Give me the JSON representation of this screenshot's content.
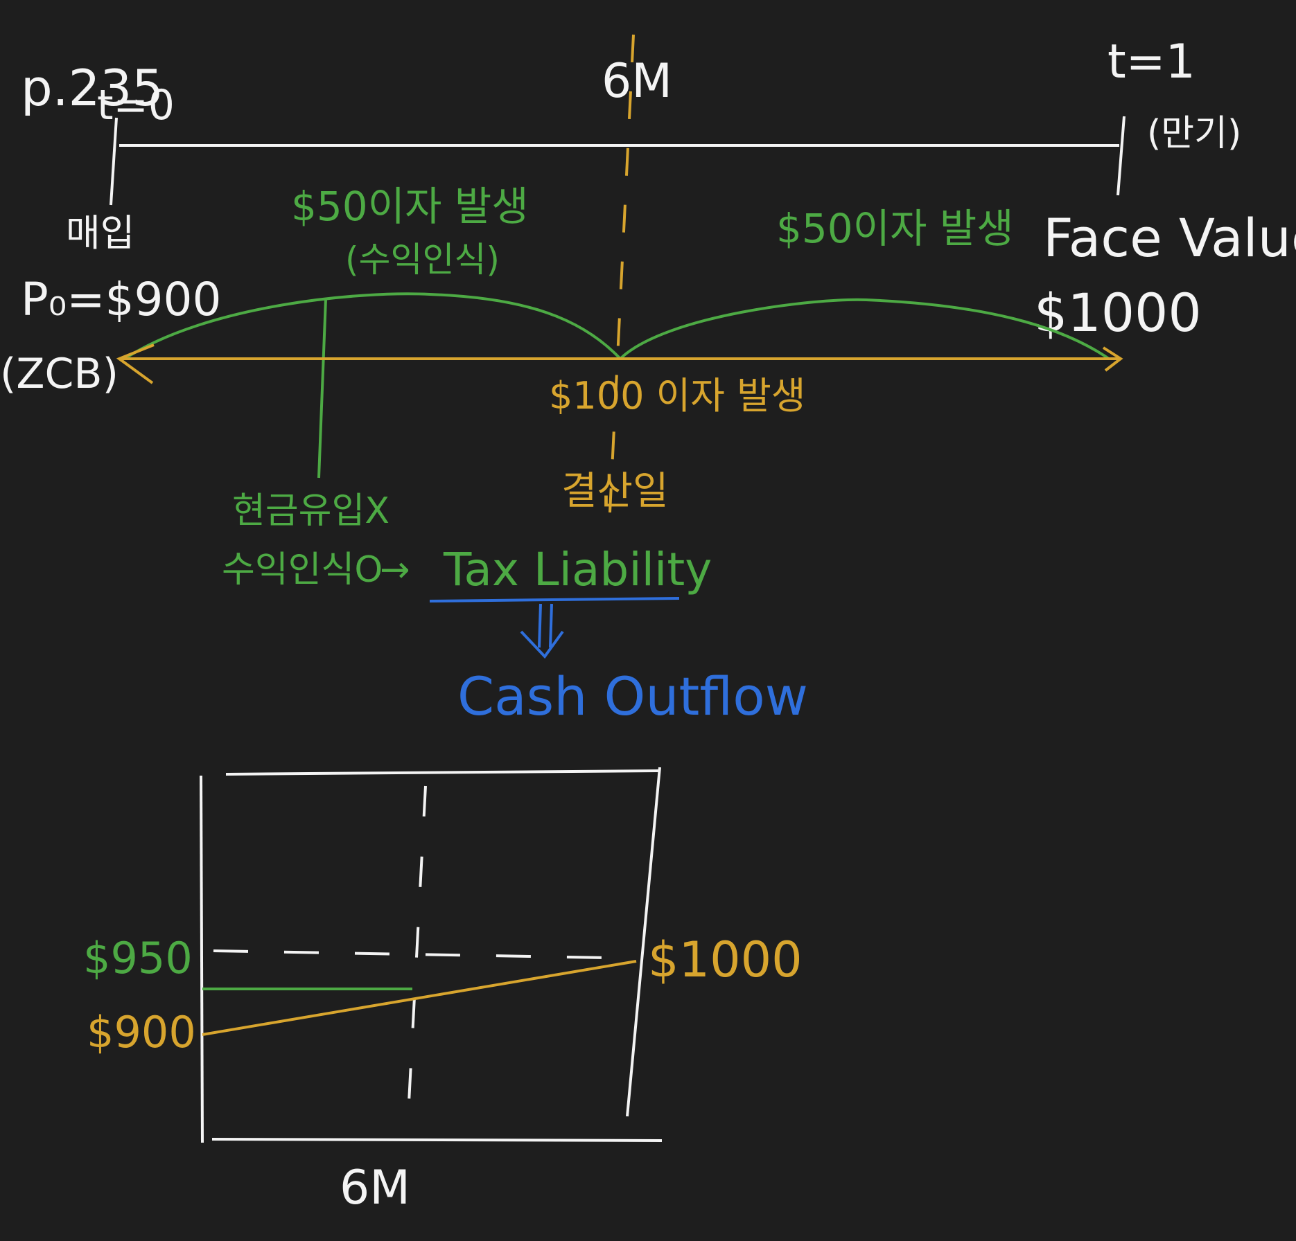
{
  "colors": {
    "background": "#1e1e1e",
    "white_ink": "#f4f4f4",
    "green_ink": "#4daa44",
    "gold_ink": "#d8a52e",
    "blue_ink": "#2f6fdc"
  },
  "timeline": {
    "page_ref": "p.235",
    "t0": "t=0",
    "mid": "6M",
    "t1": "t=1",
    "maturity": "(만기)",
    "purchase": "매입",
    "p0": "P₀=$900",
    "zcb": "(ZCB)",
    "face_value": "Face Value",
    "face_amount": "$1000"
  },
  "interest": {
    "first_half": "$50이자 발생",
    "first_half_note": "(수익인식)",
    "second_half": "$50이자 발생",
    "total": "$100 이자 발생",
    "year_end": "결산일"
  },
  "tax": {
    "no_cash": "현금유입X",
    "revenue_recognized": "수익인식O",
    "arrow": "→",
    "liability": "Tax Liability",
    "outflow": "Cash Outflow"
  },
  "value_chart": {
    "label_950": "$950",
    "label_900": "$900",
    "label_1000": "$1000",
    "x_label": "6M"
  }
}
